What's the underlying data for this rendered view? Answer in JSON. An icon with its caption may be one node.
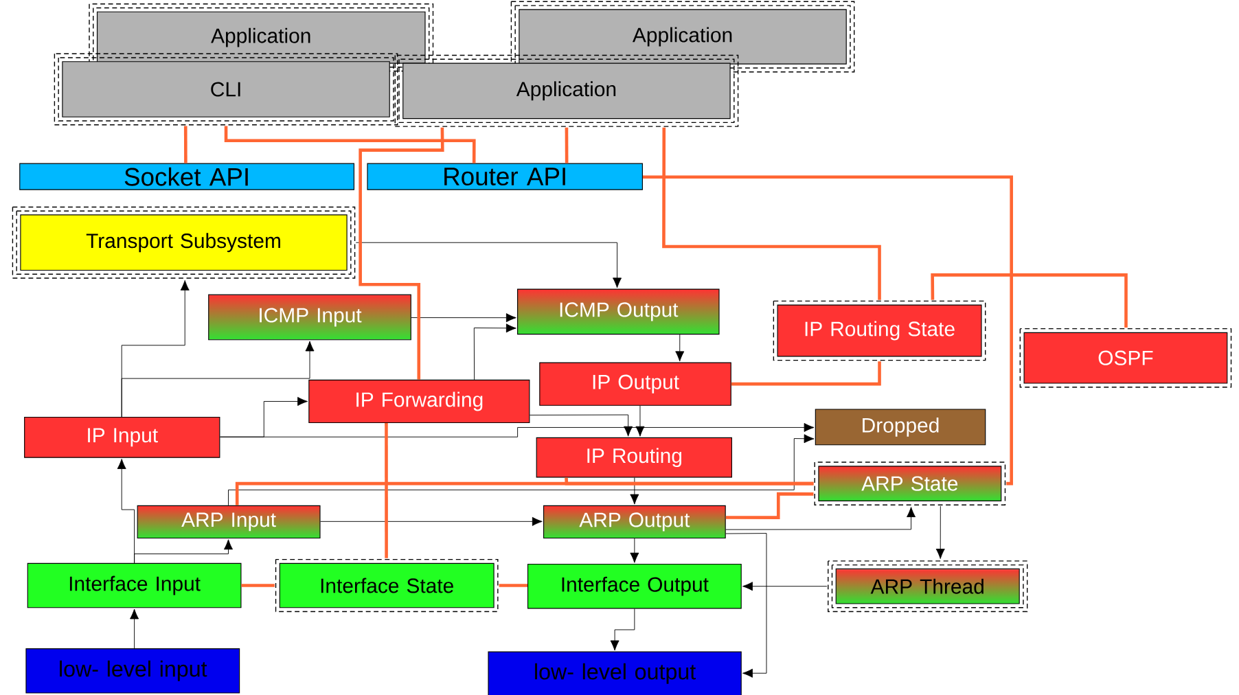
{
  "diagram": {
    "nodes": [
      {
        "text": [
          "Application"
        ]
      },
      {
        "text": [
          "Application"
        ]
      },
      {
        "text": [
          "CLI"
        ]
      },
      {
        "text": [
          "Application"
        ]
      },
      {
        "text": [
          "Socket API"
        ]
      },
      {
        "text": [
          "Router API"
        ]
      },
      {
        "text": [
          "Transport Subsystem"
        ]
      },
      {
        "text": [
          "ICMP Input"
        ]
      },
      {
        "text": [
          "ICMP Output"
        ]
      },
      {
        "text": [
          "IP Routing State"
        ]
      },
      {
        "text": [
          "OSPF"
        ]
      },
      {
        "text": [
          "IP Output"
        ]
      },
      {
        "text": [
          "IP Forwarding"
        ]
      },
      {
        "text": [
          "Dropped"
        ]
      },
      {
        "text": [
          "IP Input"
        ]
      },
      {
        "text": [
          "IP Routing"
        ]
      },
      {
        "text": [
          "ARP State"
        ]
      },
      {
        "text": [
          "ARP Input"
        ]
      },
      {
        "text": [
          "ARP Output"
        ]
      },
      {
        "text": [
          "Interface Input"
        ]
      },
      {
        "text": [
          "Interface State"
        ]
      },
      {
        "text": [
          "Interface Output"
        ]
      },
      {
        "text": [
          "ARP Thread"
        ]
      },
      {
        "text": [
          "low- level input"
        ]
      },
      {
        "text": [
          "low- level output"
        ]
      }
    ],
    "edges": [
      {
        "from": 6,
        "to": 8,
        "arrow": "to"
      },
      {
        "from": 14,
        "to": 6,
        "arrow": "to"
      },
      {
        "from": 14,
        "to": 7,
        "arrow": "to"
      },
      {
        "from": 14,
        "to": 12,
        "arrow": "to"
      },
      {
        "from": 14,
        "to": 13,
        "arrow": "to"
      },
      {
        "from": 7,
        "to": 8,
        "arrow": "to"
      },
      {
        "from": 12,
        "to": 8,
        "arrow": "to"
      },
      {
        "from": 8,
        "to": 11,
        "arrow": "to"
      },
      {
        "from": 12,
        "to": 15,
        "arrow": "to"
      },
      {
        "from": 11,
        "to": 15,
        "arrow": "to"
      },
      {
        "from": 15,
        "to": 18,
        "arrow": "to"
      },
      {
        "from": 17,
        "to": 13,
        "arrow": "to"
      },
      {
        "from": 17,
        "to": 18,
        "arrow": "to"
      },
      {
        "from": 19,
        "to": 14,
        "arrow": "to"
      },
      {
        "from": 19,
        "to": 17,
        "arrow": "to"
      },
      {
        "from": 23,
        "to": 19,
        "arrow": "to"
      },
      {
        "from": 18,
        "to": 21,
        "arrow": "to"
      },
      {
        "from": 21,
        "to": 24,
        "arrow": "to"
      },
      {
        "from": 22,
        "to": 21,
        "arrow": "to"
      },
      {
        "from": 18,
        "to": 16,
        "arrow": "to"
      },
      {
        "from": 16,
        "to": 22,
        "arrow": "to"
      },
      {
        "from": 18,
        "to": 24,
        "arrow": "to"
      },
      {
        "from": 2,
        "to": 4,
        "arrow": "none",
        "style": "thick",
        "color": "#ff6633"
      },
      {
        "from": 2,
        "to": 5,
        "arrow": "none",
        "style": "thick",
        "color": "#ff6633"
      },
      {
        "from": 3,
        "to": 5,
        "arrow": "none",
        "style": "thick",
        "color": "#ff6633"
      },
      {
        "from": 3,
        "to": 9,
        "arrow": "none",
        "style": "thick",
        "color": "#ff6633"
      },
      {
        "from": 3,
        "to": 12,
        "arrow": "none",
        "style": "thick",
        "color": "#ff6633"
      },
      {
        "from": 5,
        "to": 16,
        "arrow": "none",
        "style": "thick",
        "color": "#ff6633"
      },
      {
        "from": 9,
        "to": 10,
        "arrow": "none",
        "style": "thick",
        "color": "#ff6633"
      },
      {
        "from": 11,
        "to": 9,
        "arrow": "none",
        "style": "thick",
        "color": "#ff6633"
      },
      {
        "from": 15,
        "to": 16,
        "arrow": "none",
        "style": "thick",
        "color": "#ff6633"
      },
      {
        "from": 17,
        "to": 16,
        "arrow": "none",
        "style": "thick",
        "color": "#ff6633"
      },
      {
        "from": 18,
        "to": 16,
        "arrow": "none",
        "style": "thick",
        "color": "#ff6633"
      },
      {
        "from": 12,
        "to": 20,
        "arrow": "none",
        "style": "thick",
        "color": "#ff6633"
      },
      {
        "from": 19,
        "to": 20,
        "arrow": "none",
        "style": "thick",
        "color": "#ff6633"
      },
      {
        "from": 20,
        "to": 21,
        "arrow": "none",
        "style": "thick",
        "color": "#ff6633"
      }
    ]
  }
}
